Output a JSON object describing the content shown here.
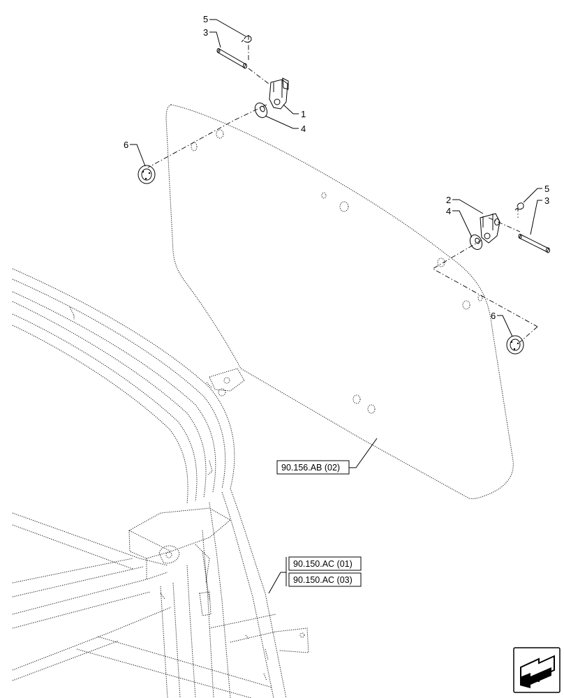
{
  "callouts": [
    {
      "id": "c1",
      "number": "1"
    },
    {
      "id": "c2",
      "number": "2"
    },
    {
      "id": "c3a",
      "number": "3"
    },
    {
      "id": "c3b",
      "number": "3"
    },
    {
      "id": "c4a",
      "number": "4"
    },
    {
      "id": "c4b",
      "number": "4"
    },
    {
      "id": "c5a",
      "number": "5"
    },
    {
      "id": "c5b",
      "number": "5"
    },
    {
      "id": "c6a",
      "number": "6"
    },
    {
      "id": "c6b",
      "number": "6"
    }
  ],
  "references": [
    {
      "id": "ref_panel",
      "text": "90.156.AB (02)"
    },
    {
      "id": "ref_frame_1",
      "text": "90.150.AC (01)"
    },
    {
      "id": "ref_frame_2",
      "text": "90.150.AC (03)"
    }
  ],
  "nav_icon": {
    "name": "next-page-arrow-icon"
  }
}
